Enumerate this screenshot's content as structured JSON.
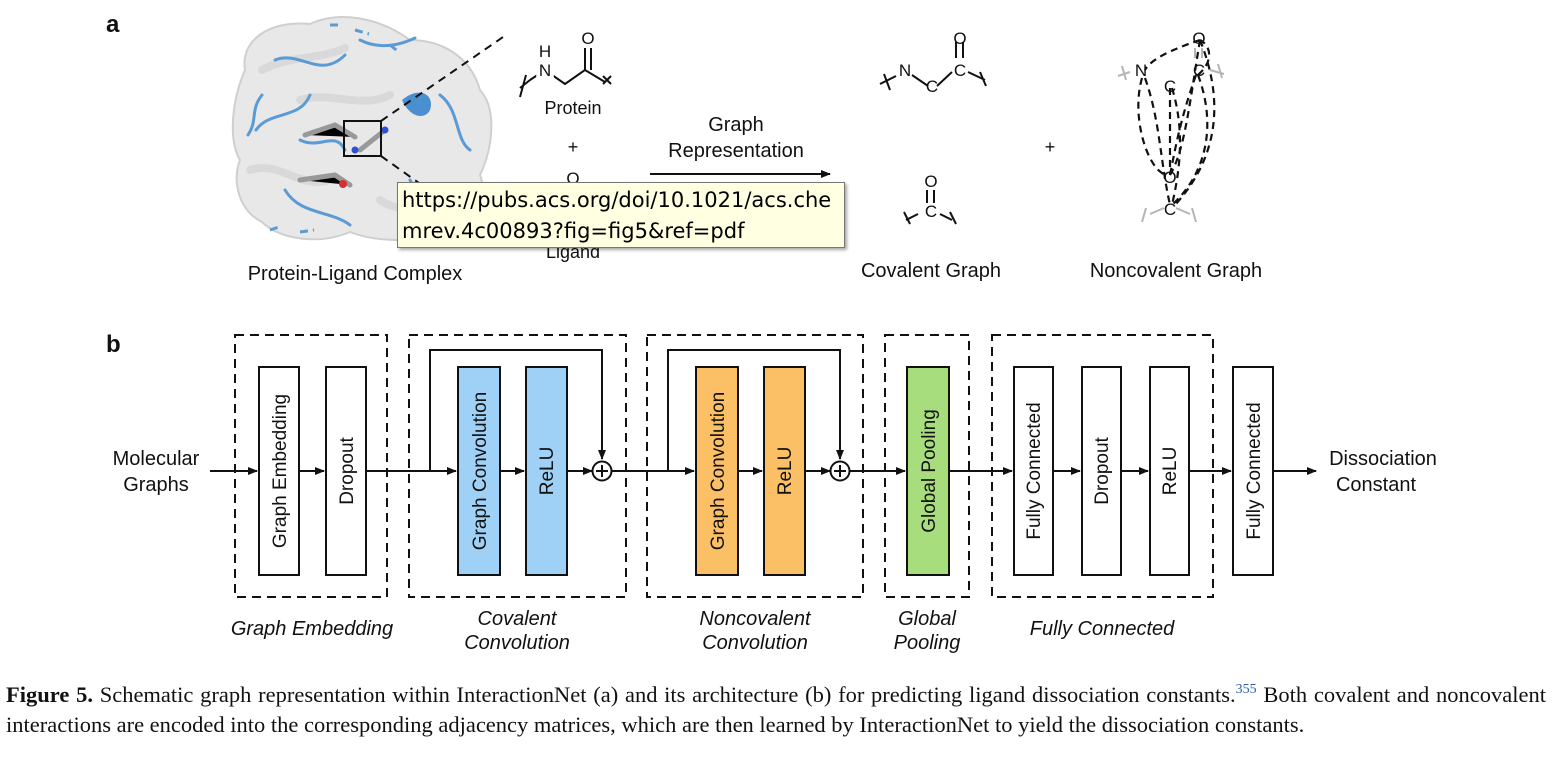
{
  "panel_a": {
    "label": "a",
    "protein_label": "Protein",
    "plus1": "+",
    "ligand_label": "Ligand",
    "arrow_label_1": "Graph",
    "arrow_label_2": "Representation",
    "complex_label": "Protein-Ligand Complex",
    "covalent_graph_label": "Covalent Graph",
    "plus2": "+",
    "noncovalent_graph_label": "Noncovalent Graph",
    "atom_H": "H",
    "atom_N": "N",
    "atom_O": "O",
    "atom_C": "C"
  },
  "panel_b": {
    "label": "b",
    "input_line1": "Molecular",
    "input_line2": "Graphs",
    "output_line1": "Dissociation",
    "output_line2": "Constant",
    "blocks": {
      "graph_embedding": "Graph Embedding",
      "dropout1": "Dropout",
      "graph_conv1": "Graph Convolution",
      "relu1": "ReLU",
      "graph_conv2": "Graph Convolution",
      "relu2": "ReLU",
      "global_pooling": "Global Pooling",
      "fc1": "Fully Connected",
      "dropout2": "Dropout",
      "relu3": "ReLU",
      "fc2": "Fully Connected"
    },
    "groups": {
      "g1": "Graph Embedding",
      "g2_line1": "Covalent",
      "g2_line2": "Convolution",
      "g3_line1": "Noncovalent",
      "g3_line2": "Convolution",
      "g4_line1": "Global",
      "g4_line2": "Pooling",
      "g5": "Fully Connected"
    },
    "colors": {
      "blue": "#9fd0f5",
      "orange": "#fbbf66",
      "green": "#a8dd7e"
    }
  },
  "caption": {
    "figure_label": "Figure 5.",
    "text_before_ref": " Schematic graph representation within InteractionNet (a) and its architecture (b) for predicting ligand dissociation constants.",
    "ref": "355",
    "text_after_ref": " Both covalent and noncovalent interactions are encoded into the corresponding adjacency matrices, which are then learned by InteractionNet to yield the dissociation constants."
  },
  "tooltip": {
    "url": "https://pubs.acs.org/doi/10.1021/acs.chemrev.4c00893?fig=fig5&ref=pdf"
  }
}
